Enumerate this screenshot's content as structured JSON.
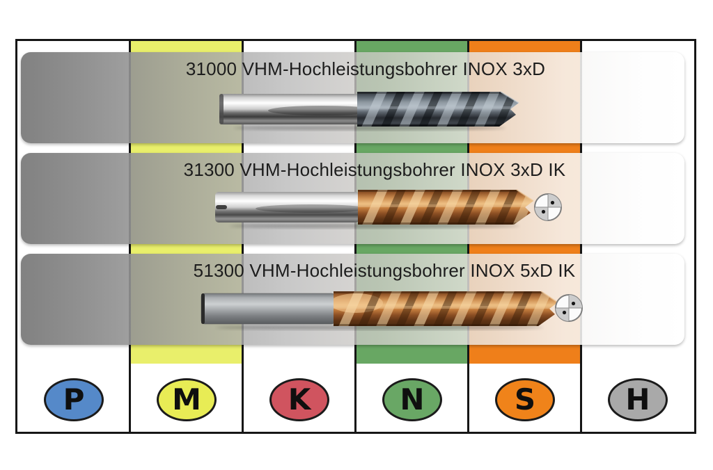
{
  "figure": {
    "products": [
      {
        "code": "31000",
        "title": "31000 VHM-Hochleistungsbohrer INOX 3xD",
        "internal_coolant": false,
        "drill_finish": "chrome shank, dark coated flutes"
      },
      {
        "code": "31300",
        "title": "31300 VHM-Hochleistungsbohrer INOX 3xD IK",
        "internal_coolant": true,
        "drill_finish": "chrome shank, copper coated flutes"
      },
      {
        "code": "51300",
        "title": "51300 VHM-Hochleistungsbohrer INOX 5xD IK",
        "internal_coolant": true,
        "drill_finish": "matte grey shank, copper coated flutes"
      }
    ],
    "material_groups": [
      {
        "letter": "P",
        "badge_color": "#5589c9",
        "column_stripe": false
      },
      {
        "letter": "M",
        "badge_color": "#e8ec55",
        "column_stripe": true,
        "stripe_color": "#e9ef6b"
      },
      {
        "letter": "K",
        "badge_color": "#d0545f",
        "column_stripe": false
      },
      {
        "letter": "N",
        "badge_color": "#69a765",
        "column_stripe": true,
        "stripe_color": "#68a763"
      },
      {
        "letter": "S",
        "badge_color": "#f0831a",
        "column_stripe": true,
        "stripe_color": "#ef7f1a"
      },
      {
        "letter": "H",
        "badge_color": "#a9a9a9",
        "column_stripe": false
      }
    ],
    "colors": {
      "table_border": "#161616"
    },
    "icons": {
      "internal_coolant": "drill-cross-section-with-two-coolant-holes"
    }
  }
}
